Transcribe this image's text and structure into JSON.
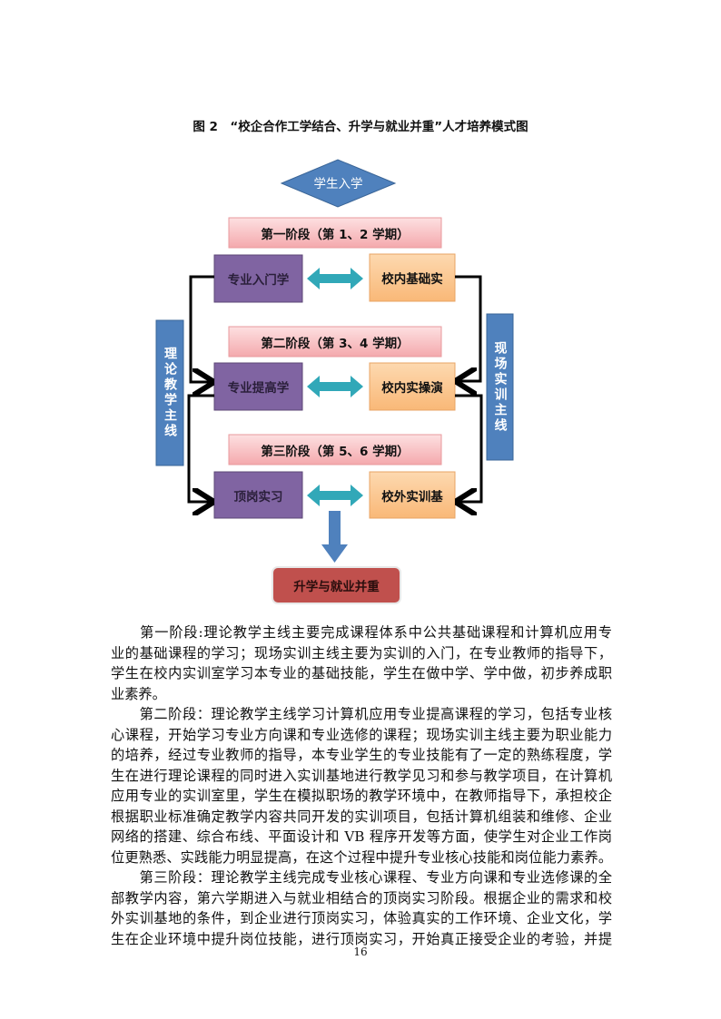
{
  "caption": "图 2　“校企合作工学结合、升学与就业并重”人才培养模式图",
  "diagram": {
    "start": "学生入学",
    "stages": [
      "第一阶段（第 1、2 学期）",
      "第二阶段（第 3、4 学期）",
      "第三阶段（第 5、6 学期）"
    ],
    "theory_boxes": [
      "专业入门学",
      "专业提高学",
      "顶岗实习"
    ],
    "practice_boxes": [
      "校内基础实",
      "校内实操演",
      "校外实训基"
    ],
    "left_line": "理论教学主线",
    "right_line": "现场实训主线",
    "end": "升学与就业并重",
    "colors": {
      "blue": "#4f81bd",
      "purple": "#8064a2",
      "orange": "#fbc58f",
      "pink": "#f6b6b9",
      "red": "#c0504d",
      "teal": "#31a8b8"
    }
  },
  "paragraphs": [
    [
      "　　第一阶段:理论教学主线主要完成课程体系中公共基础课程和计算机应用专",
      "业的基础课程的学习；现场实训主线主要为实训的入门，在专业教师的指导下，",
      "学生在校内实训室学习本专业的基础技能，学生在做中学、学中做，初步养成职",
      "业素养。"
    ],
    [
      "　　第二阶段：理论教学主线学习计算机应用专业提高课程的学习，包括专业核",
      "心课程，开始学习专业方向课和专业选修的课程；现场实训主线主要为职业能力",
      "的培养，经过专业教师的指导，本专业学生的专业技能有了一定的熟练程度，学",
      "生在进行理论课程的同时进入实训基地进行教学见习和参与教学项目，在计算机",
      "应用专业的实训室里，学生在模拟职场的教学环境中，在教师指导下，承担校企",
      "根据职业标准确定教学内容共同开发的实训项目，包括计算机组装和维修、企业",
      "网络的搭建、综合布线、平面设计和 VB 程序开发等方面，使学生对企业工作岗",
      "位更熟悉、实践能力明显提高，在这个过程中提升专业核心技能和岗位能力素养。"
    ],
    [
      "　　第三阶段：理论教学主线完成专业核心课程、专业方向课和专业选修课的全",
      "部教学内容，第六学期进入与就业相结合的顶岗实习阶段。根据企业的需求和校",
      "外实训基地的条件，到企业进行顶岗实习，体验真实的工作环境、企业文化，学",
      "生在企业环境中提升岗位技能，进行顶岗实习，开始真正接受企业的考验，并提"
    ]
  ],
  "page_number": "16"
}
